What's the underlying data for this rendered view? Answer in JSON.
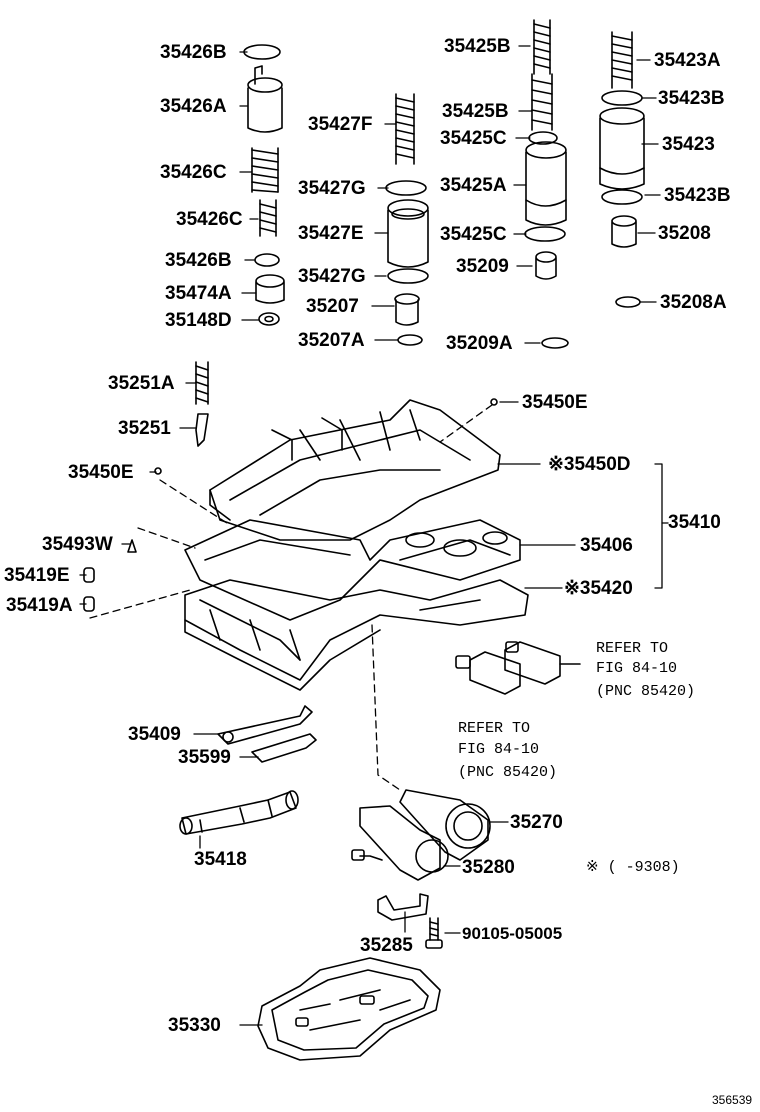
{
  "diagram": {
    "parts": {
      "p35426B_top": "35426B",
      "p35426A": "35426A",
      "p35426C_a": "35426C",
      "p35426C_b": "35426C",
      "p35426B_bot": "35426B",
      "p35474A": "35474A",
      "p35148D": "35148D",
      "p35427F": "35427F",
      "p35427G_a": "35427G",
      "p35427E": "35427E",
      "p35427G_b": "35427G",
      "p35207": "35207",
      "p35207A": "35207A",
      "p35425B_a": "35425B",
      "p35425B_b": "35425B",
      "p35425C_a": "35425C",
      "p35425A": "35425A",
      "p35425C_b": "35425C",
      "p35209": "35209",
      "p35209A": "35209A",
      "p35423A": "35423A",
      "p35423B_a": "35423B",
      "p35423": "35423",
      "p35423B_b": "35423B",
      "p35208": "35208",
      "p35208A": "35208A",
      "p35251A": "35251A",
      "p35251": "35251",
      "p35450E_right": "35450E",
      "p35450E_left": "35450E",
      "p35450D": "※35450D",
      "p35410": "35410",
      "p35406": "35406",
      "p35420": "※35420",
      "p35493W": "35493W",
      "p35419E": "35419E",
      "p35419A": "35419A",
      "p35409": "35409",
      "p35599": "35599",
      "p35418": "35418",
      "p35270": "35270",
      "p35280": "35280",
      "p35285": "35285",
      "p90105": "90105-05005",
      "p35330": "35330"
    },
    "refer_right": [
      "REFER TO",
      "FIG 84-10",
      "(PNC 85420)"
    ],
    "refer_left": [
      "REFER TO",
      "FIG 84-10",
      "(PNC 85420)"
    ],
    "date_note": "※ (     -9308)",
    "figure_number": "356539"
  }
}
